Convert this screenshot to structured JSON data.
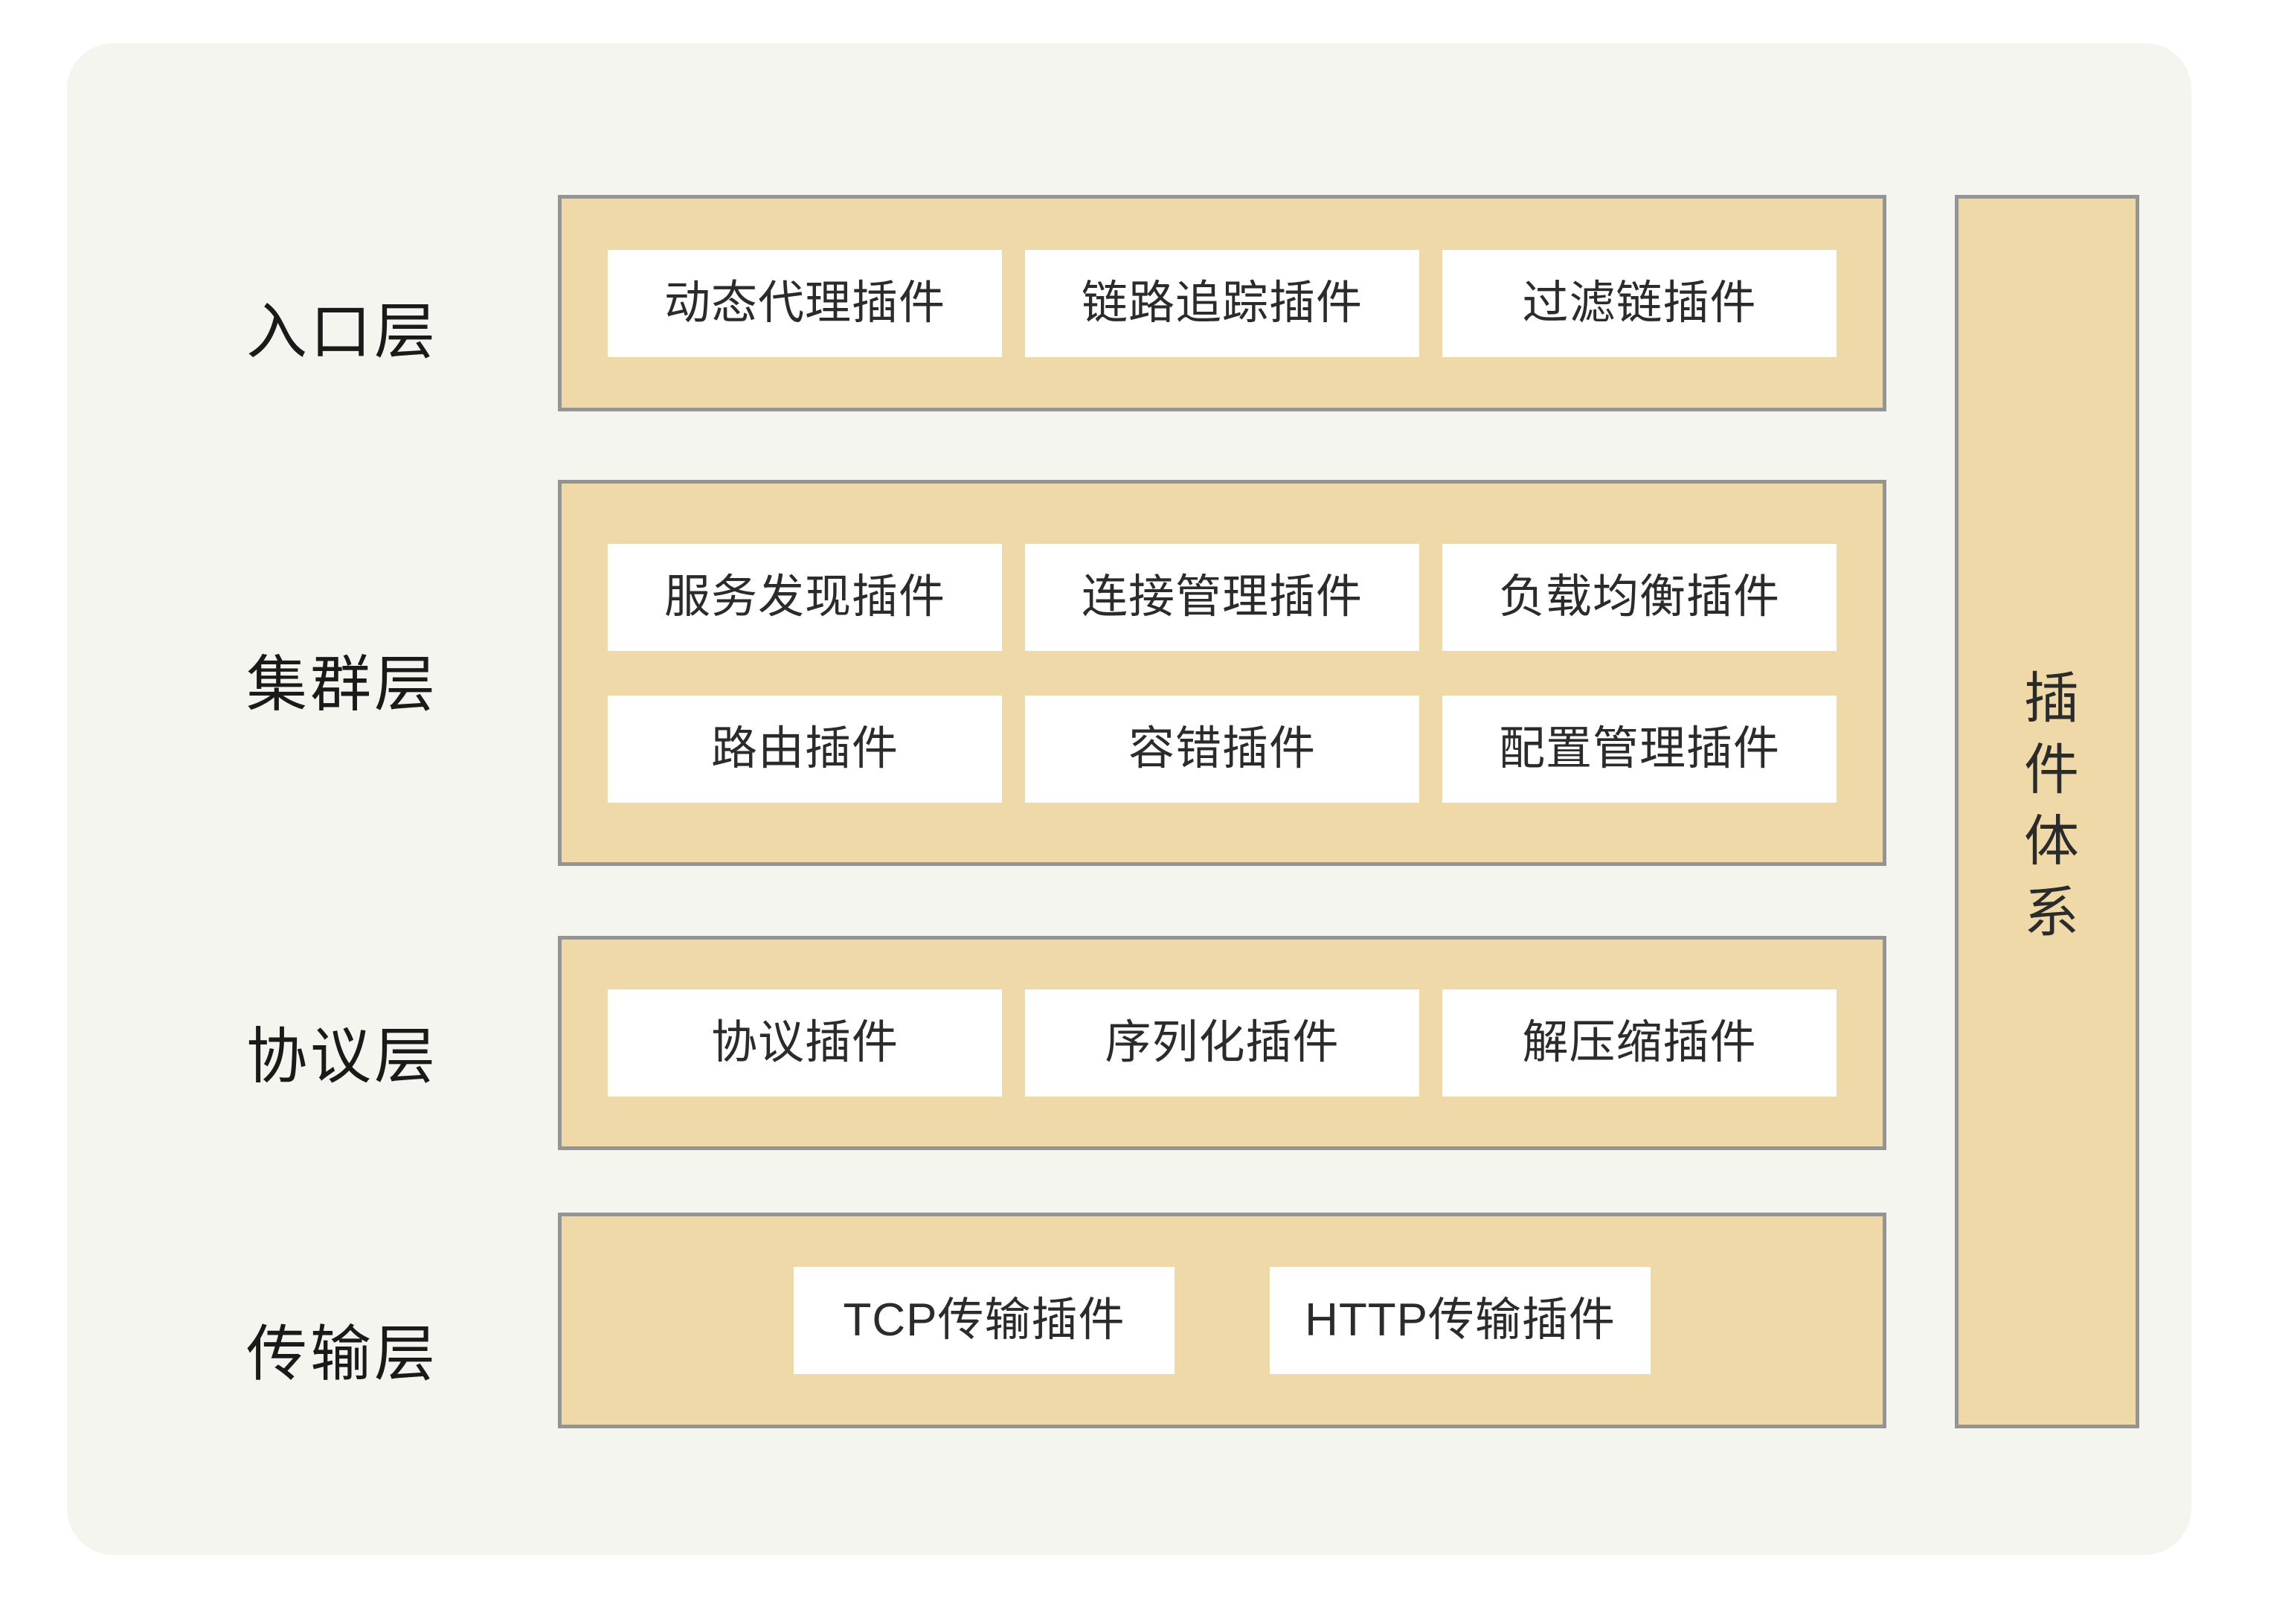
{
  "theme": {
    "page_background": "#ffffff",
    "card_background": "#f5f5f0",
    "band_fill": "#f0d9a8",
    "band_border": "#949494",
    "plugin_box_fill": "#ffffff",
    "text_color": "#2b2b2b",
    "label_color": "#1a1a1a"
  },
  "side_panel": {
    "label": "插件体系"
  },
  "layers": [
    {
      "label": "入口层",
      "rows": [
        {
          "columns": 3,
          "plugins": [
            "动态代理插件",
            "链路追踪插件",
            "过滤链插件"
          ]
        }
      ]
    },
    {
      "label": "集群层",
      "rows": [
        {
          "columns": 3,
          "plugins": [
            "服务发现插件",
            "连接管理插件",
            "负载均衡插件"
          ]
        },
        {
          "columns": 3,
          "plugins": [
            "路由插件",
            "容错插件",
            "配置管理插件"
          ]
        }
      ]
    },
    {
      "label": "协议层",
      "rows": [
        {
          "columns": 3,
          "plugins": [
            "协议插件",
            "序列化插件",
            "解压缩插件"
          ]
        }
      ]
    },
    {
      "label": "传输层",
      "rows": [
        {
          "columns": 2,
          "plugins": [
            "TCP传输插件",
            "HTTP传输插件"
          ]
        }
      ]
    }
  ]
}
